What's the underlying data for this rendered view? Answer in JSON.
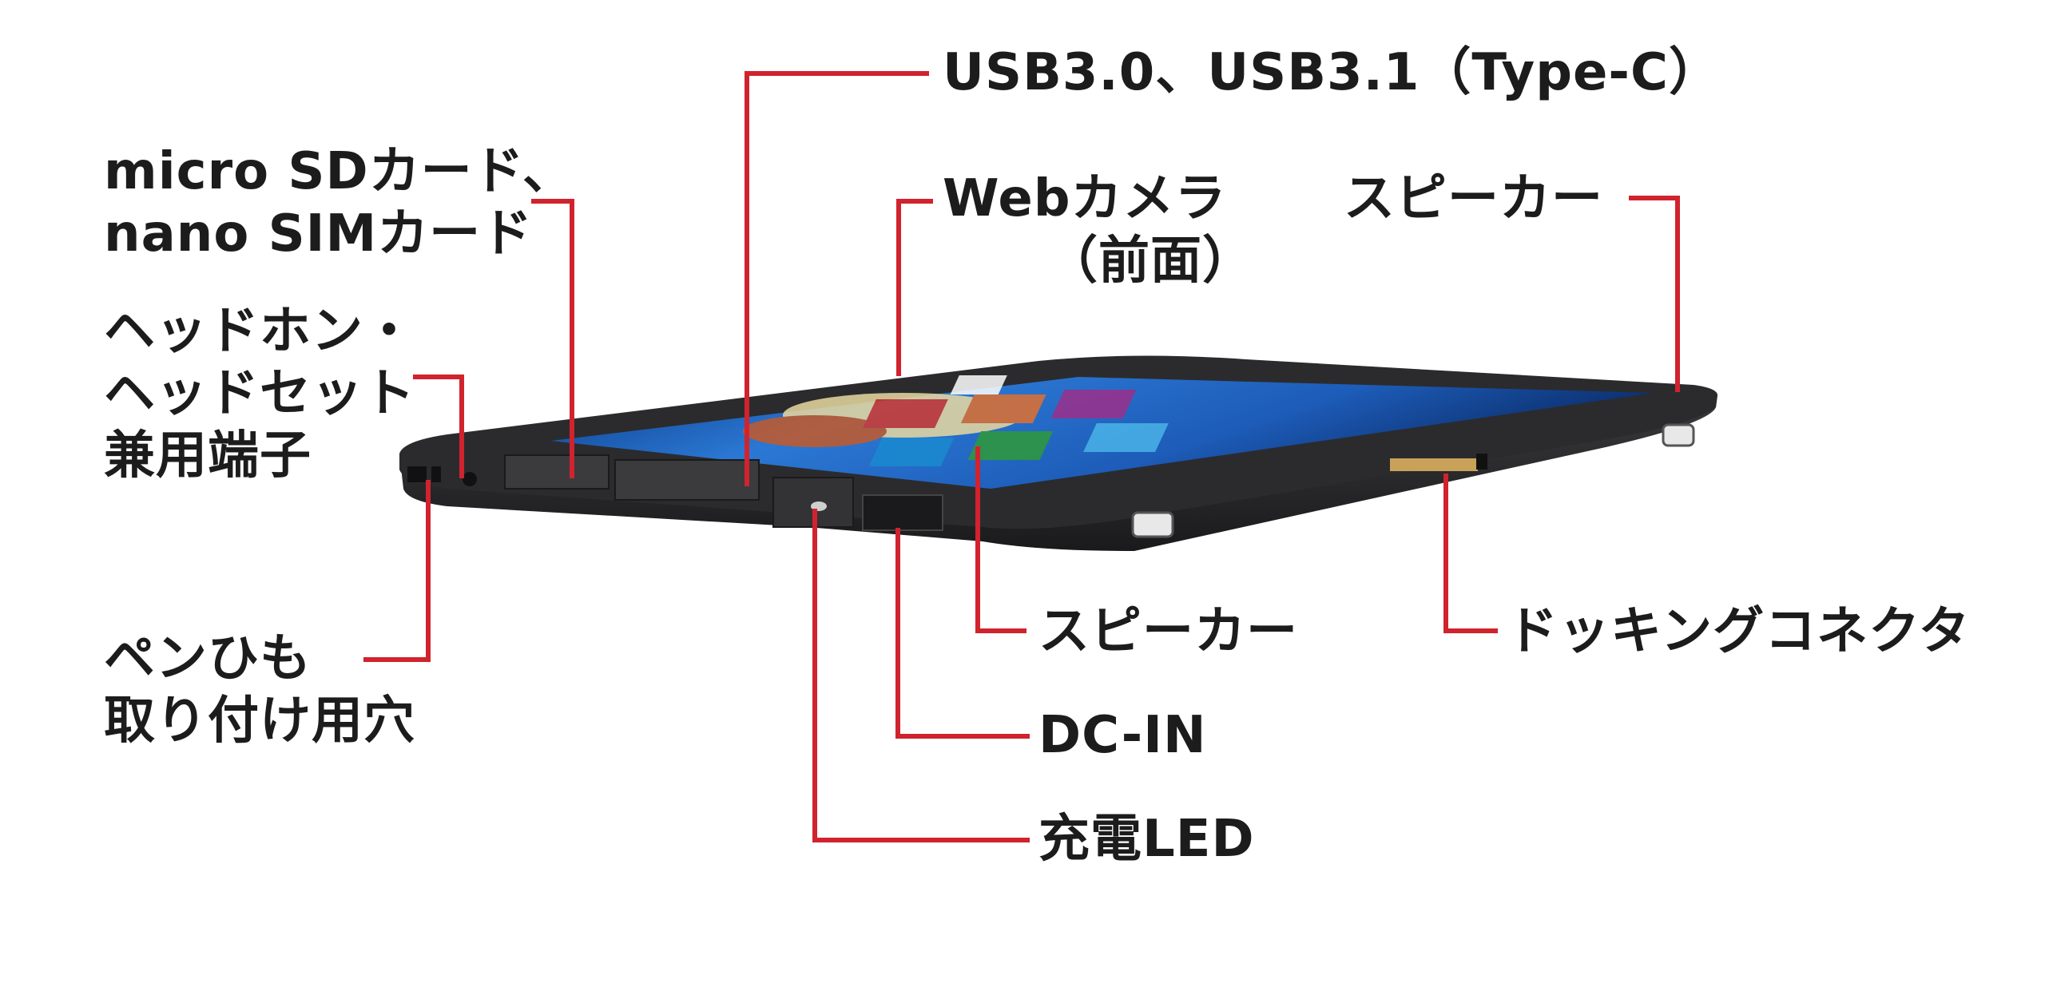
{
  "callouts": {
    "usb": {
      "lines": [
        "USB3.0、USB3.1（Type-C）"
      ]
    },
    "sd_sim": {
      "lines": [
        "micro SDカード、",
        "nano SIMカード"
      ]
    },
    "webcam": {
      "lines": [
        "Webカメラ",
        "（前面）"
      ]
    },
    "speaker_right": {
      "lines": [
        "スピーカー"
      ]
    },
    "headphone": {
      "lines": [
        "ヘッドホン・",
        "ヘッドセット",
        "兼用端子"
      ]
    },
    "pen_strap": {
      "lines": [
        "ペンひも",
        "取り付け用穴"
      ]
    },
    "speaker_front": {
      "lines": [
        "スピーカー"
      ]
    },
    "docking": {
      "lines": [
        "ドッキングコネクタ"
      ]
    },
    "dc_in": {
      "lines": [
        "DC-IN"
      ]
    },
    "charge_led": {
      "lines": [
        "充電LED"
      ]
    }
  },
  "colors": {
    "leader": "#d0232e",
    "text": "#1c1c1c",
    "bezel": "#2a2a2c",
    "screen": "#1f5fb8"
  }
}
